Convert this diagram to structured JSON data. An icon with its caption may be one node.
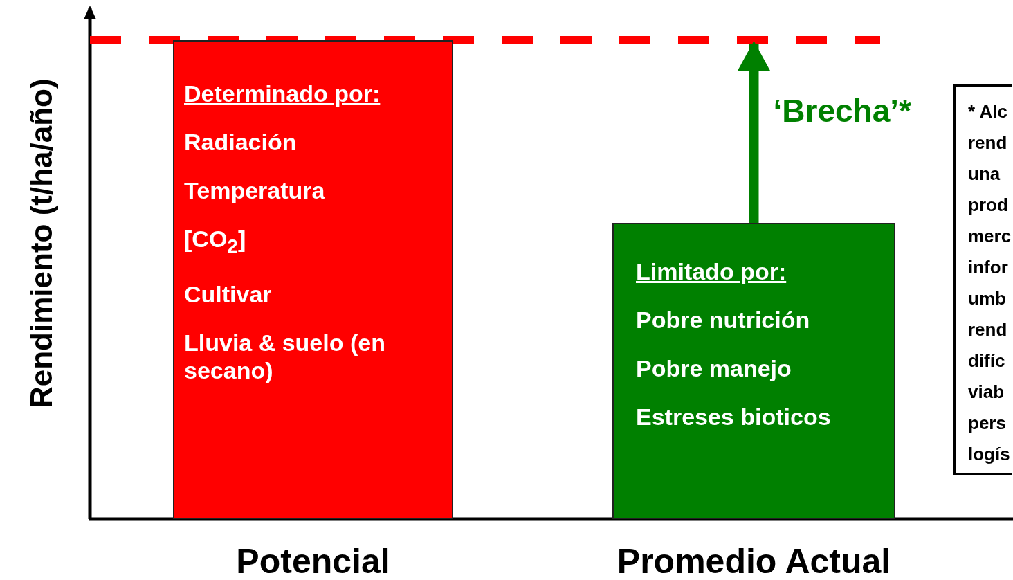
{
  "diagram": {
    "nodes": [
      {
        "text": [
          "Determinado por:",
          "Radiación",
          "Temperatura",
          "[CO$_{2}$]",
          "Cultivar",
          "Lluvia & suelo (en secano)"
        ],
        "beside": [
          "Potencial"
        ]
      },
      {
        "text": [
          "Limitado por:",
          "Pobre nutrición",
          "Pobre manejo",
          "Estreses bioticos"
        ],
        "beside": [
          "Promedio Actual"
        ]
      },
      {
        "text": [
          "* Alc rend una prod merc infor umb rend difíc viab pers logís"
        ]
      },
      {
        "text": [],
        "shape": "line"
      }
    ],
    "edges": [
      {
        "from": 1,
        "to": 3,
        "arrow": "to",
        "label": "‘Brecha’*"
      }
    ],
    "labels": [
      "Rendimiento (t/ha/año)"
    ]
  }
}
